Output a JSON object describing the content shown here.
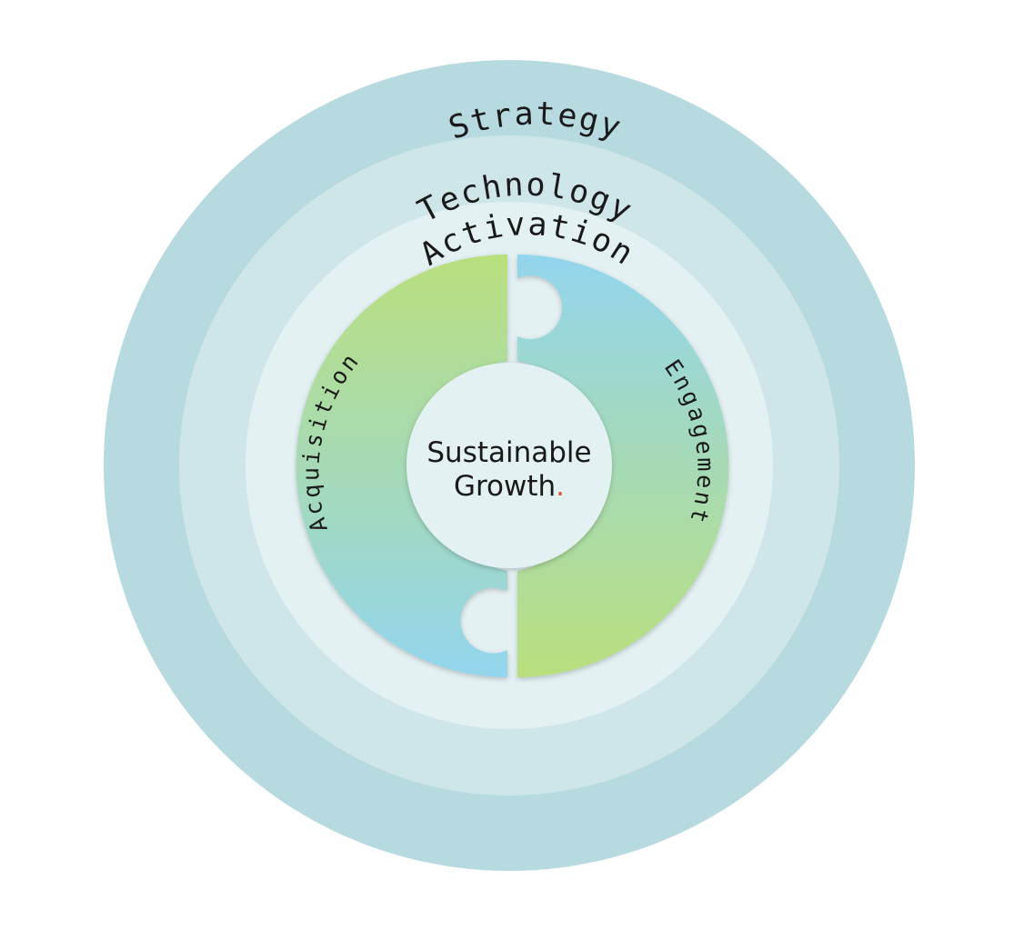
{
  "rings": [
    {
      "label": "Strategy",
      "color": "#b6dae0"
    },
    {
      "label": "Technology",
      "color": "#cfe6e9"
    },
    {
      "label": "Activation",
      "color": "#e4f1f3"
    }
  ],
  "halves": {
    "left": {
      "label": "Acquisition",
      "color_top": "#b9df7d",
      "color_bottom": "#93d5ee"
    },
    "right": {
      "label": "Engagement",
      "color_top": "#93d5ee",
      "color_bottom": "#b9df7d"
    }
  },
  "center": {
    "line1": "Sustainable",
    "line2": "Growth",
    "dot": ".",
    "dot_color": "#e0523c",
    "fill": "#e4f1f3"
  }
}
